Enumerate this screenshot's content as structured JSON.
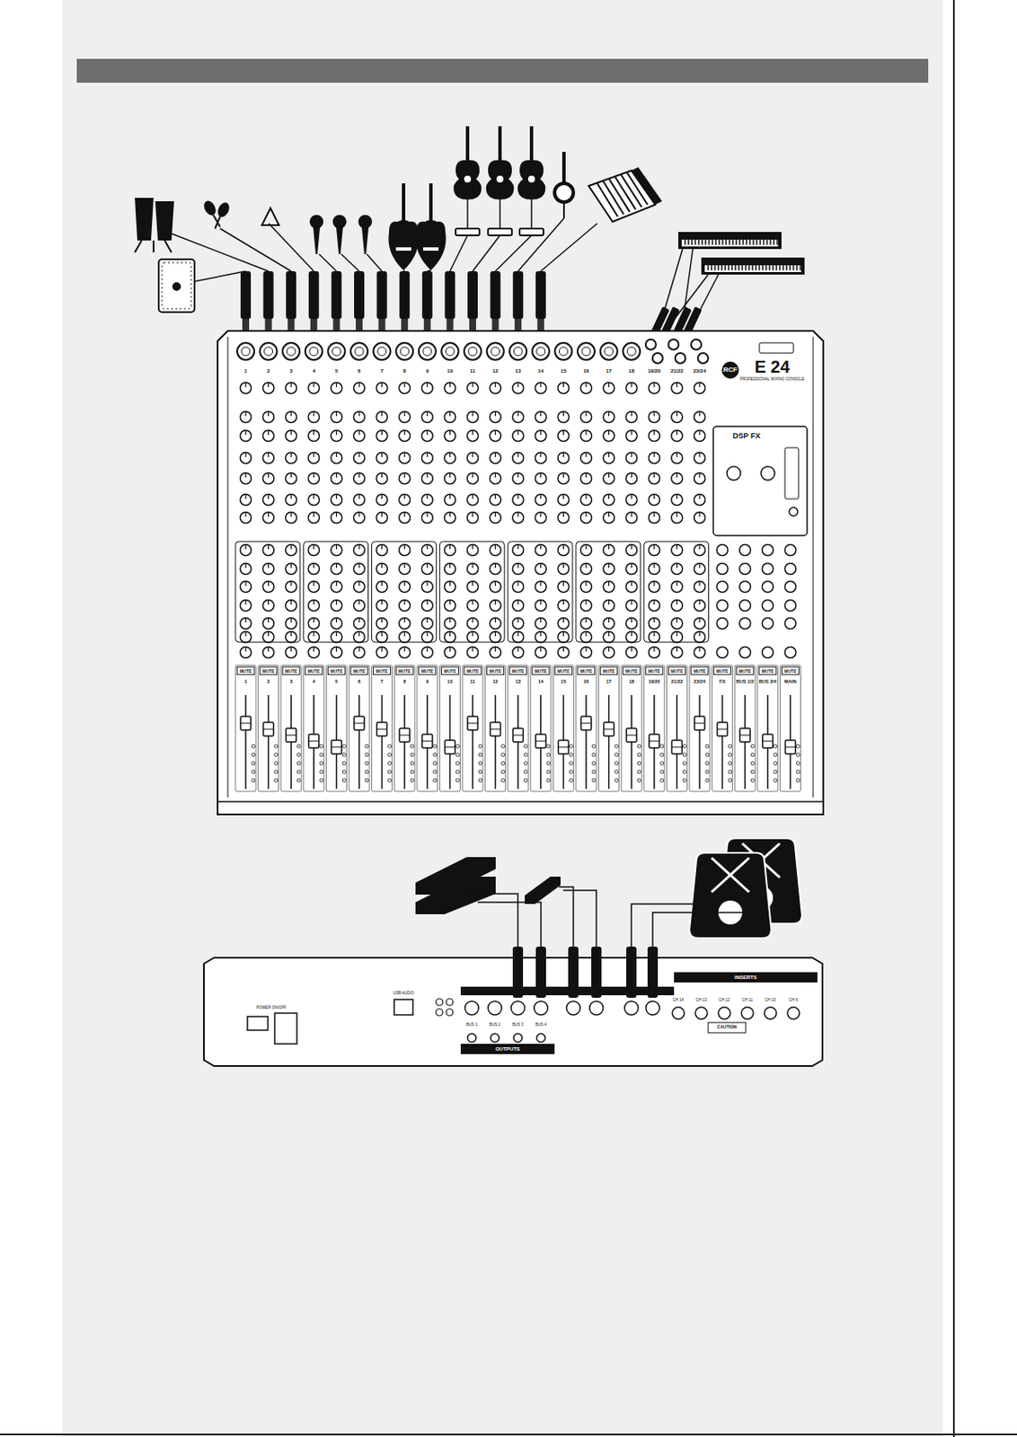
{
  "diagram": {
    "labels": [
      "RCF",
      "E 24",
      "PROFESSIONAL MIXING CONSOLE",
      "DSP FX",
      "1",
      "2",
      "3",
      "4",
      "5",
      "6",
      "7",
      "8",
      "9",
      "10",
      "11",
      "12",
      "13",
      "14",
      "15",
      "16",
      "17",
      "18",
      "19/20",
      "21/22",
      "23/24",
      "MUTE",
      "MUTE",
      "MUTE",
      "MUTE",
      "MUTE",
      "MUTE",
      "MUTE",
      "MUTE",
      "MUTE",
      "MUTE",
      "MUTE",
      "MUTE",
      "MUTE",
      "MUTE",
      "MUTE",
      "MUTE",
      "MUTE",
      "MUTE",
      "MUTE",
      "MUTE",
      "MUTE",
      "MUTE",
      "MUTE",
      "MUTE",
      "MUTE",
      "1",
      "2",
      "3",
      "4",
      "5",
      "6",
      "7",
      "8",
      "9",
      "10",
      "11",
      "12",
      "13",
      "14",
      "15",
      "16",
      "17",
      "18",
      "19/20",
      "21/22",
      "23/24",
      "FX",
      "BUS 1/2",
      "BUS 3/4",
      "MAIN",
      "POWER ON/OFF",
      "USB AUDIO",
      "OUTPUTS",
      "BUS 1",
      "BUS 2",
      "BUS 3",
      "BUS 4",
      "INSERTS",
      "CH 14",
      "CH 13",
      "CH 12",
      "CH 11",
      "CH 10",
      "CH 9",
      "CAUTION"
    ]
  }
}
